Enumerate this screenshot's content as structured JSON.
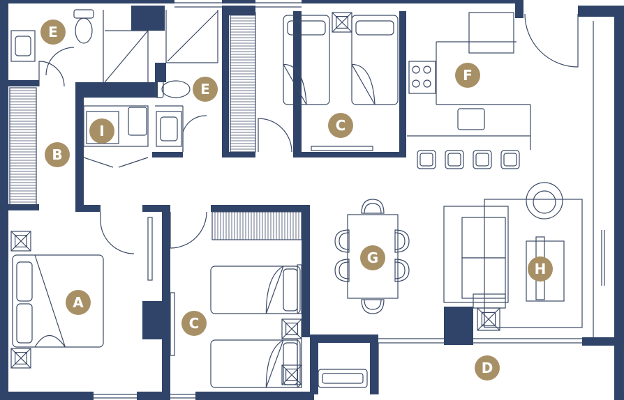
{
  "colors": {
    "wall": "#2f4468",
    "line": "#3b4a66",
    "badge": "#a89066",
    "badge_text": "#ffffff",
    "background": "#ffffff"
  },
  "room_labels": [
    {
      "id": "bedroom-master",
      "text": "A"
    },
    {
      "id": "corridor",
      "text": "B"
    },
    {
      "id": "bedroom-top",
      "text": "C"
    },
    {
      "id": "bedroom-bottom",
      "text": "C"
    },
    {
      "id": "balcony",
      "text": "D"
    },
    {
      "id": "bathroom-top-left",
      "text": "E"
    },
    {
      "id": "bathroom-center",
      "text": "E"
    },
    {
      "id": "kitchen",
      "text": "F"
    },
    {
      "id": "dining",
      "text": "G"
    },
    {
      "id": "living",
      "text": "H"
    },
    {
      "id": "laundry",
      "text": "I"
    }
  ]
}
